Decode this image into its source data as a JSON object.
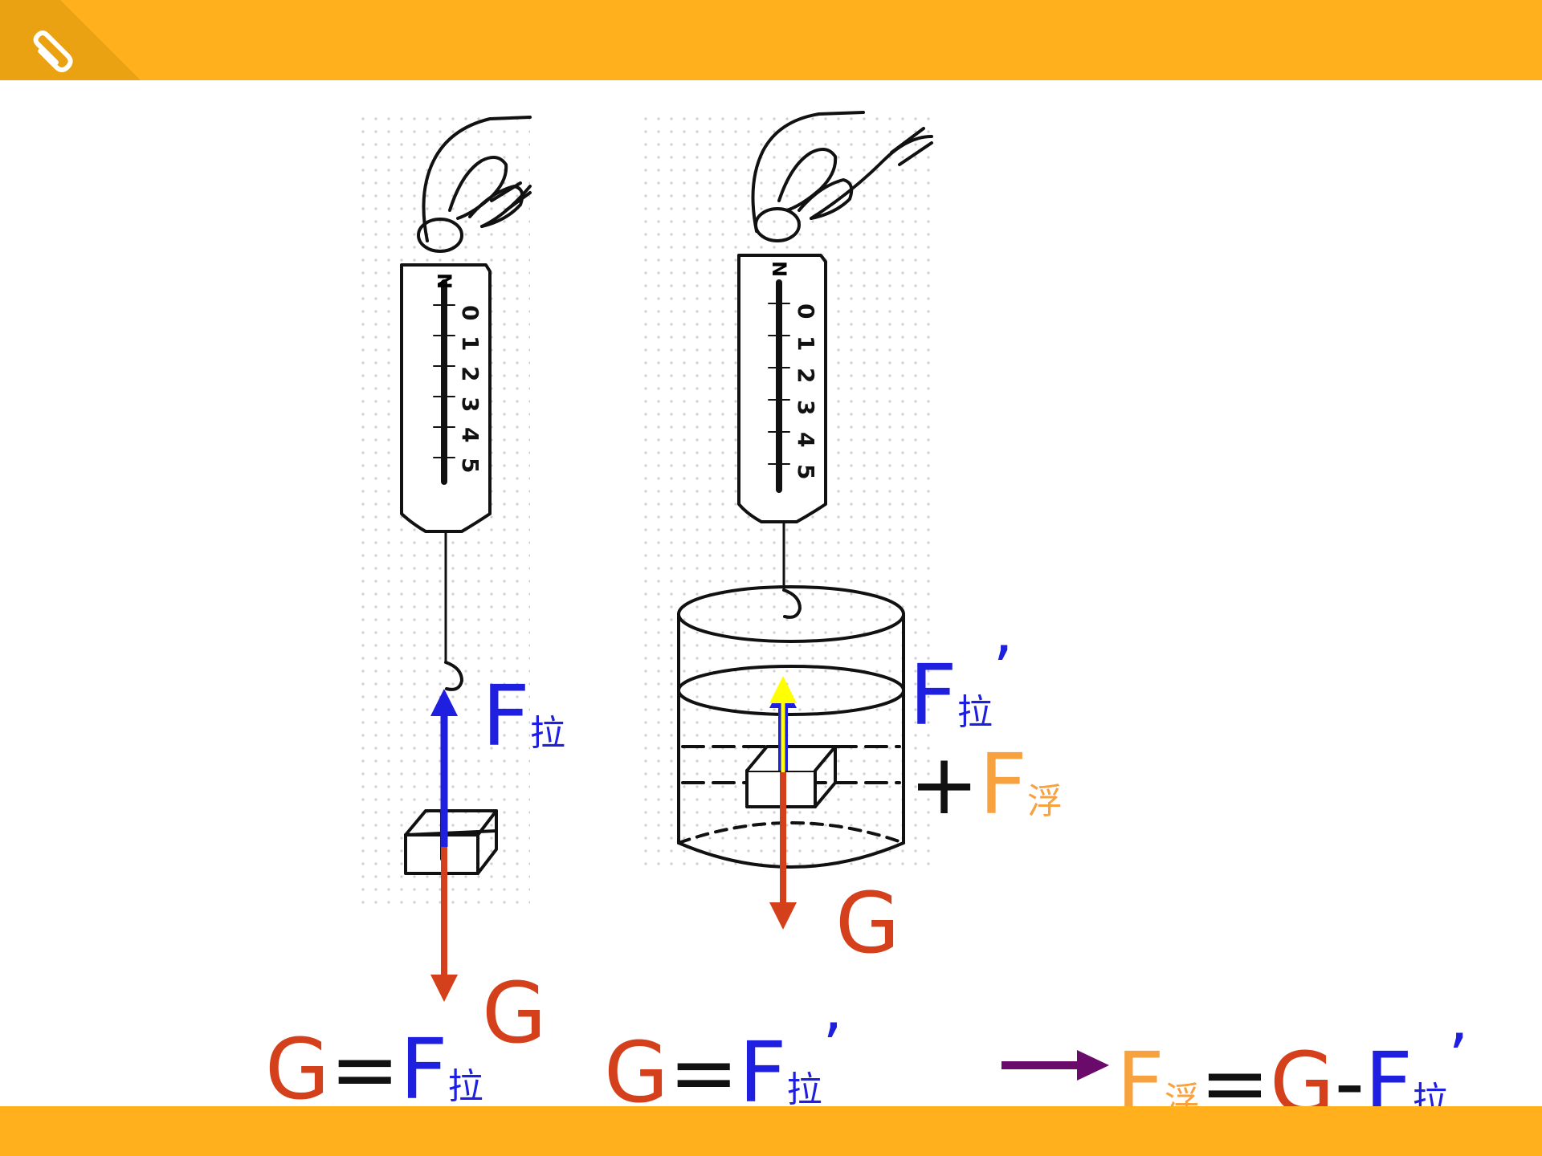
{
  "colors": {
    "header": "#ffb01c",
    "tension": "#1f1fe0",
    "buoyancy": "#f7a13f",
    "gravity": "#d4401c",
    "implies_arrow": "#6a0a6a",
    "inner_arrow": "#ffff00"
  },
  "icons": {
    "header": "paperclip-icon",
    "implies": "right-arrow-icon"
  },
  "scale": {
    "unit": "N",
    "ticks": [
      "0",
      "1",
      "2",
      "3",
      "4",
      "5"
    ]
  },
  "labels": {
    "F": "F",
    "G": "G",
    "equals": "=",
    "minus": "-",
    "plus": "+",
    "pull_sub": "拉",
    "buoy_sub": "浮",
    "prime": "’"
  }
}
